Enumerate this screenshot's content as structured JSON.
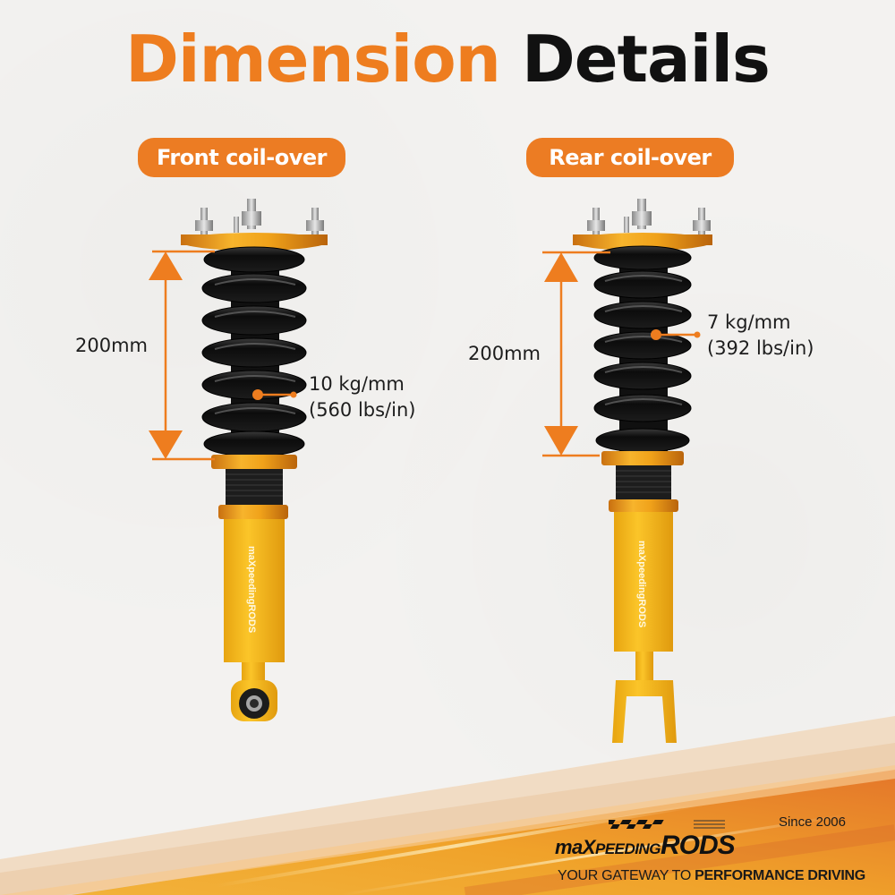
{
  "header": {
    "title_part1": "Dimension",
    "title_part2": "Details"
  },
  "front": {
    "label": "Front coil-over",
    "dimension": "200mm",
    "spring_rate": "10 kg/mm",
    "spring_rate_imperial": "(560 lbs/in)",
    "shock_logo_text": "maXpeedingRODS",
    "bottom_mount": "eye-bushing"
  },
  "rear": {
    "label": "Rear coil-over",
    "dimension": "200mm",
    "spring_rate": "7 kg/mm",
    "spring_rate_imperial": "(392 lbs/in)",
    "shock_logo_text": "maXpeedingRODS",
    "bottom_mount": "fork"
  },
  "brand": {
    "since": "Since 2006",
    "name_part1": "maX",
    "name_part2": "PEEDING",
    "name_part3": "RODS",
    "tagline_light": "YOUR GATEWAY TO ",
    "tagline_bold": "PERFORMANCE DRIVING"
  },
  "colors": {
    "accent_orange": "#ee7d1f",
    "title_black": "#111111",
    "background": "#f3f2f0",
    "shock_yellow": "#f5b91a",
    "hardware_gold": "#e89a1c",
    "spring_black": "#141414"
  }
}
